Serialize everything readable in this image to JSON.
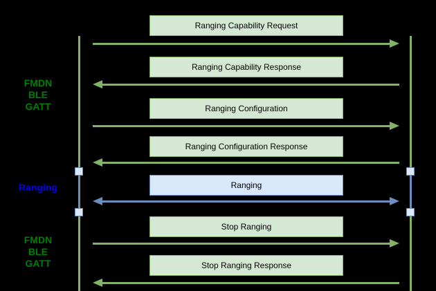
{
  "diagram": {
    "type": "sequence-diagram",
    "background": "#000000",
    "colors": {
      "green_stroke": "#82b366",
      "green_fill": "#d5e8d4",
      "blue_stroke": "#6c8ebf",
      "blue_fill": "#dae8fc",
      "green_label_text": "#007f00",
      "blue_label_text": "#0000ff",
      "box_text": "#000000"
    },
    "side_labels": [
      {
        "id": "fmdn-ble-gatt-top",
        "lines": [
          "FMDN",
          "BLE",
          "GATT"
        ],
        "color": "#007f00"
      },
      {
        "id": "ranging",
        "lines": [
          "Ranging",
          "",
          ""
        ],
        "color": "#0000ff"
      },
      {
        "id": "fmdn-ble-gatt-bottom",
        "lines": [
          "FMDN",
          "BLE",
          "GATT"
        ],
        "color": "#007f00"
      }
    ],
    "messages": [
      {
        "label": "Ranging Capability Request",
        "direction": "right",
        "theme": "green"
      },
      {
        "label": "Ranging Capability Response",
        "direction": "left",
        "theme": "green"
      },
      {
        "label": "Ranging Configuration",
        "direction": "right",
        "theme": "green"
      },
      {
        "label": "Ranging Configuration Response",
        "direction": "left",
        "theme": "green"
      },
      {
        "label": "Ranging",
        "direction": "both",
        "theme": "blue"
      },
      {
        "label": "Stop Ranging",
        "direction": "right",
        "theme": "green"
      },
      {
        "label": "Stop Ranging Response",
        "direction": "left",
        "theme": "green"
      }
    ],
    "themes": {
      "green": {
        "box_fill": "#d5e8d4",
        "box_stroke": "#82b366",
        "arrow": "#82b366"
      },
      "blue": {
        "box_fill": "#dae8fc",
        "box_stroke": "#6c8ebf",
        "arrow": "#6c8ebf"
      }
    }
  }
}
